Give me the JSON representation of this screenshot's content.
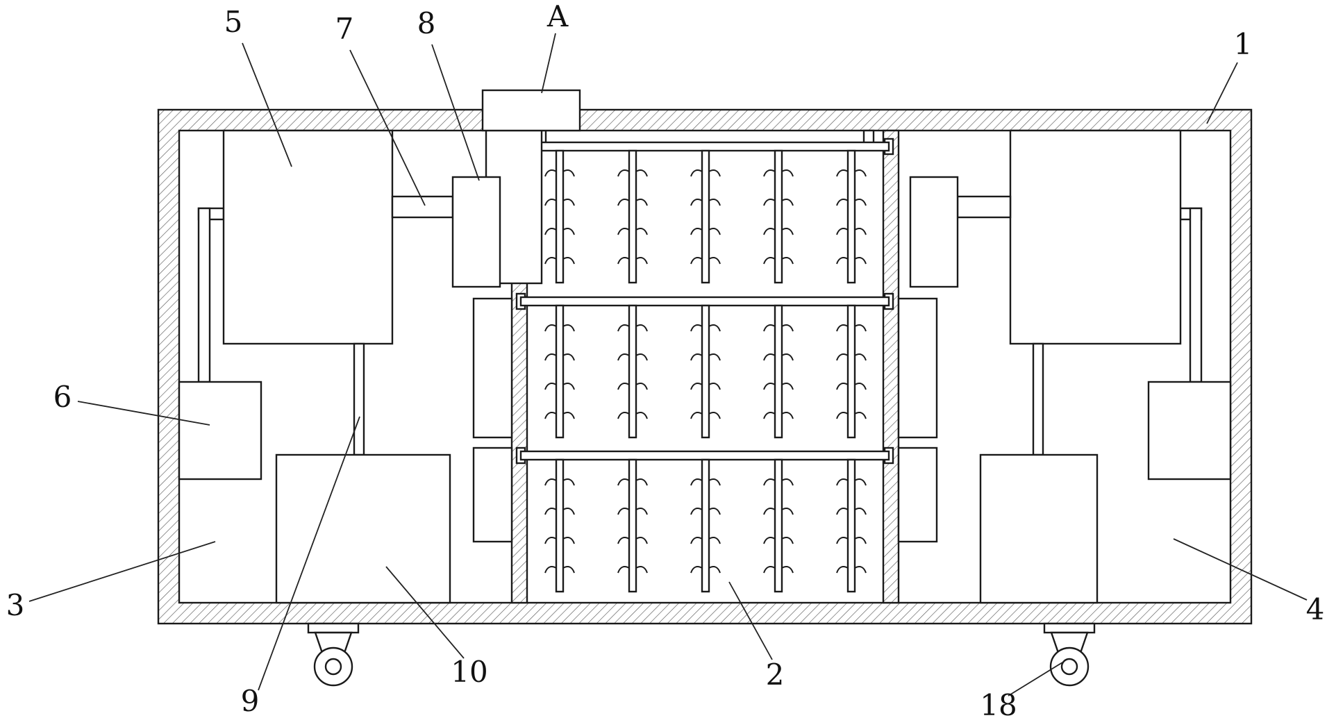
{
  "drawing": {
    "kind": "patent-style sectional diagram of a wheeled treatment cabinet with hook-rod racks",
    "colors": {
      "line": "#1a1a1a",
      "hatch": "#5a5a5a",
      "background": "#ffffff"
    }
  },
  "labels": {
    "part_1": "1",
    "part_2": "2",
    "part_3": "3",
    "part_4": "4",
    "part_5": "5",
    "part_6": "6",
    "part_7": "7",
    "part_8": "8",
    "part_9": "9",
    "part_10": "10",
    "part_18": "18",
    "detail_a": "A"
  }
}
